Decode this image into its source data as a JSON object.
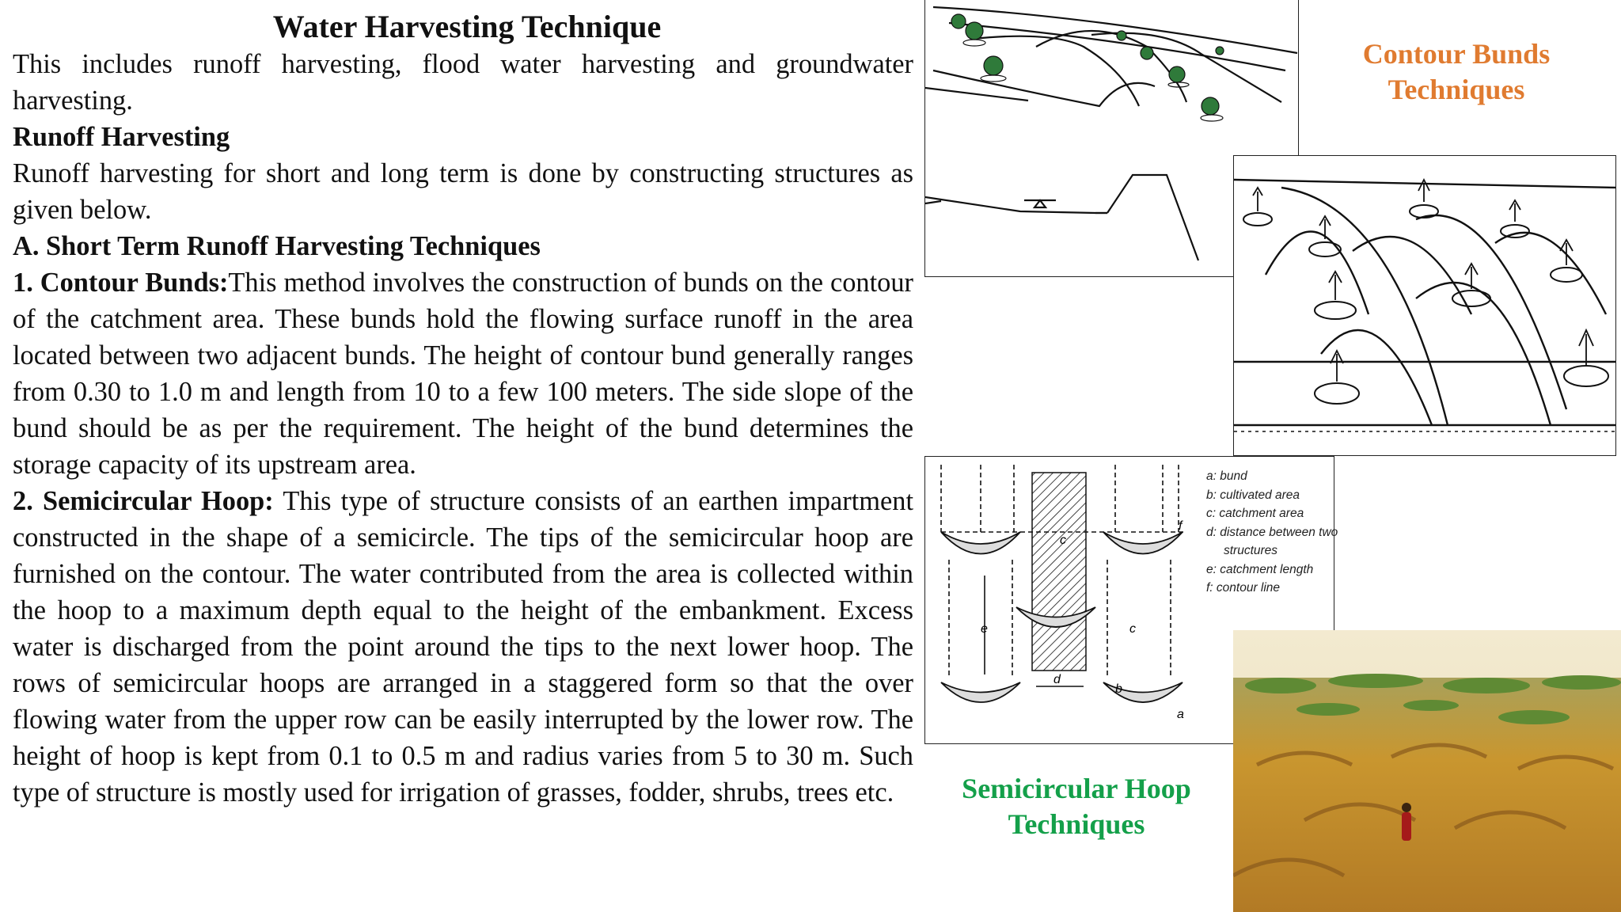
{
  "title": "Water Harvesting Technique",
  "paragraphs": {
    "intro": "This includes runoff harvesting, flood water harvesting and groundwater harvesting.",
    "runoff_heading": "Runoff Harvesting",
    "runoff_text": "Runoff harvesting for short and long term is done by constructing structures as given below.",
    "short_term_heading": "A. Short Term Runoff Harvesting Techniques",
    "contour_label": "1. Contour Bunds:",
    "contour_text": "This method involves the construction of bunds on the contour of the catchment area. These bunds hold the flowing surface runoff in the area located between two adjacent bunds. The height of contour bund generally ranges from 0.30 to 1.0 m and length from 10 to a few 100 meters. The side slope of the bund should be as per the requirement. The height of the bund determines the storage capacity of its upstream area.",
    "hoop_label": "2. Semicircular Hoop:",
    "hoop_text": " This type of structure consists of an earthen impartment constructed in the shape of a semicircle. The tips of the semicircular hoop are furnished on the contour. The water contributed from the area is collected within the hoop to a maximum depth equal to the height of the embankment. Excess water is discharged from the point around the tips to the next lower hoop. The rows of semicircular hoops are arranged in a staggered form so that the over flowing water from the upper row can be easily interrupted by the lower row. The height of hoop is kept from 0.1 to 0.5 m and radius varies from 5 to 30 m. Such type of structure is mostly used for irrigation of grasses, fodder, shrubs, trees etc."
  },
  "captions": {
    "contour": "Contour Bunds Techniques",
    "hoop": "Semicircular Hoop Techniques"
  },
  "legend": {
    "a": "a:  bund",
    "b": "b:  cultivated area",
    "c": "c:  catchment area",
    "d1": "d:  distance between two",
    "d2": "structures",
    "e": "e:  catchment length",
    "f": "f:  contour line"
  },
  "diagram_labels": {
    "c": "c",
    "e": "e",
    "d": "d",
    "b": "b",
    "a": "a",
    "f": "f"
  },
  "colors": {
    "contour_caption": "#e07b30",
    "hoop_caption": "#14a04a",
    "tree": "#2f7a3a",
    "soil": "#c9962f"
  }
}
